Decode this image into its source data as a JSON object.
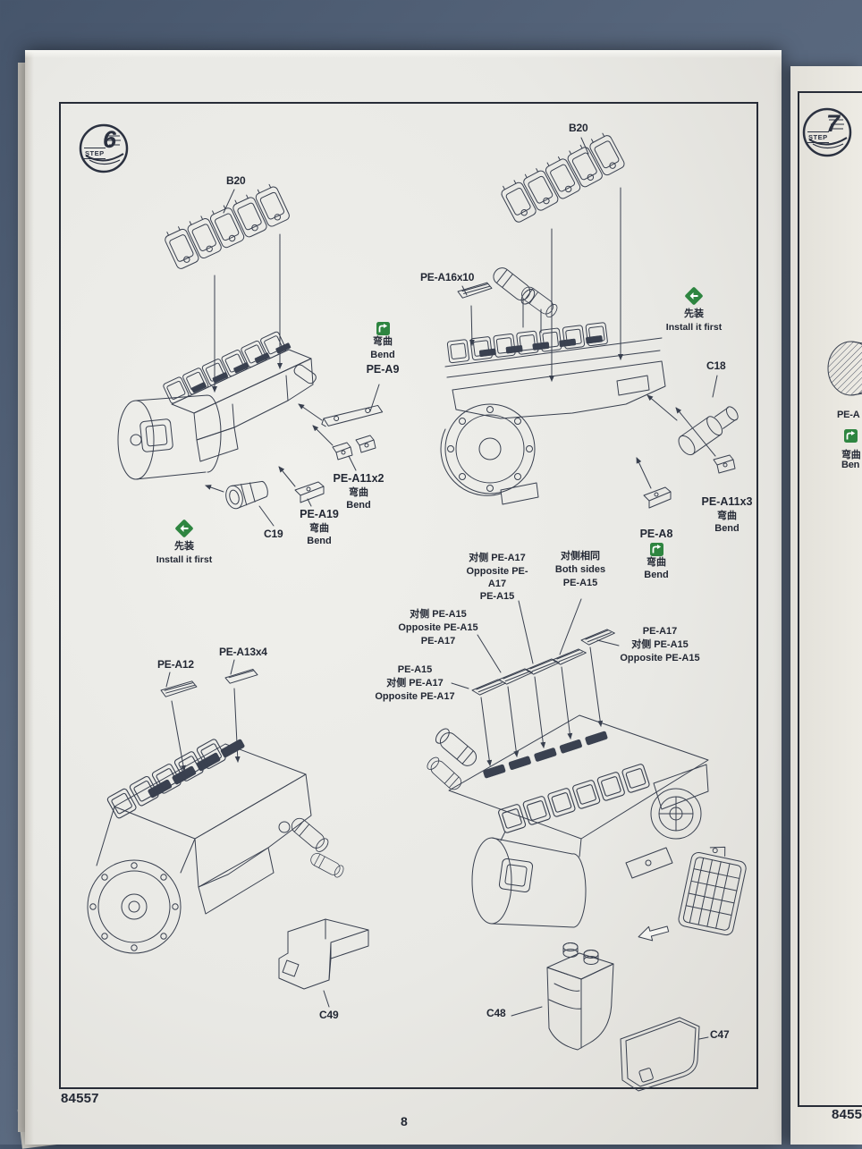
{
  "page": {
    "kit_number": "84557",
    "page_number": "8"
  },
  "step_badge": {
    "step_word": "STEP",
    "number": "6"
  },
  "top_left": {
    "b20": "B20",
    "pe_a9_block": {
      "bend_cn": "弯曲",
      "bend_en": "Bend",
      "part": "PE-A9"
    },
    "pe_a11x2_block": {
      "part": "PE-A11x2",
      "bend_cn": "弯曲",
      "bend_en": "Bend"
    },
    "pe_a19_block": {
      "part": "PE-A19",
      "bend_cn": "弯曲",
      "bend_en": "Bend"
    },
    "c19": "C19",
    "install_block": {
      "cn": "先装",
      "en": "Install it first"
    }
  },
  "top_right": {
    "b20": "B20",
    "pe_a16x10": "PE-A16x10",
    "install_block": {
      "cn": "先装",
      "en": "Install it first"
    },
    "c18": "C18",
    "pe_a11x3_block": {
      "part": "PE-A11x3",
      "bend_cn": "弯曲",
      "bend_en": "Bend"
    },
    "pe_a8_block": {
      "part": "PE-A8",
      "bend_cn": "弯曲",
      "bend_en": "Bend"
    }
  },
  "middle_callouts": {
    "opposite_a17_top": {
      "line1": "对侧 PE-A17",
      "line2": "Opposite PE-A17",
      "line3": "PE-A15"
    },
    "both_sides": {
      "line1": "对侧相同",
      "line2": "Both sides",
      "line3": "PE-A15"
    },
    "opposite_a15_left": {
      "line1": "对侧 PE-A15",
      "line2": "Opposite PE-A15",
      "line3": "PE-A17"
    },
    "opposite_a15_right": {
      "line1": "PE-A17",
      "line2": "对侧 PE-A15",
      "line3": "Opposite PE-A15"
    },
    "opposite_a17_bottom": {
      "line1": "PE-A15",
      "line2": "对侧 PE-A17",
      "line3": "Opposite PE-A17"
    }
  },
  "bottom_left": {
    "pe_a12": "PE-A12",
    "pe_a13x4": "PE-A13x4",
    "c49": "C49"
  },
  "bottom_right": {
    "c48": "C48",
    "c47": "C47"
  },
  "next_page": {
    "step_word": "STEP",
    "number": "7",
    "pe_label_partial": "PE-A",
    "bend_cn": "弯曲",
    "bend_en_partial": "Ben",
    "kit_number_partial": "8455"
  }
}
